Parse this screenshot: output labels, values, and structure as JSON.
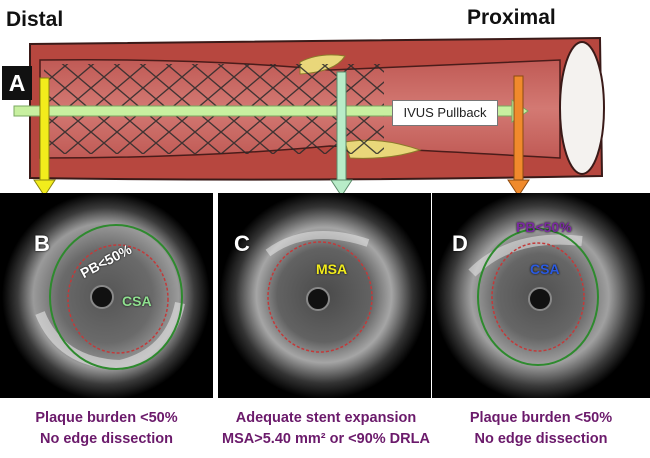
{
  "header": {
    "distal": "Distal",
    "proximal": "Proximal"
  },
  "vessel": {
    "panel_label": "A",
    "pullback_label": "IVUS Pullback"
  },
  "panels": [
    {
      "label": "B",
      "tags": [
        "PB<50%",
        "CSA"
      ],
      "caption": [
        "Plaque burden <50%",
        "No edge dissection"
      ]
    },
    {
      "label": "C",
      "tags": [
        "MSA"
      ],
      "caption": [
        "Adequate stent expansion",
        "MSA>5.40 mm² or <90% DRLA"
      ]
    },
    {
      "label": "D",
      "tags": [
        "PB<50%",
        "CSA"
      ],
      "caption": [
        "Plaque burden <50%",
        "No edge dissection"
      ]
    }
  ],
  "colors": {
    "arrow_distal": "#f2ec1c",
    "arrow_mid": "#b8ecc8",
    "arrow_proximal": "#f08a2c",
    "pullback_arrow": "#c8f0a0",
    "caption_text": "#6b1a6b",
    "vessel_wall": "#b7473f",
    "plaque": "#e9d77a"
  },
  "icons": [
    "vessel-illustration",
    "stent-mesh",
    "ivus-cross-section"
  ]
}
